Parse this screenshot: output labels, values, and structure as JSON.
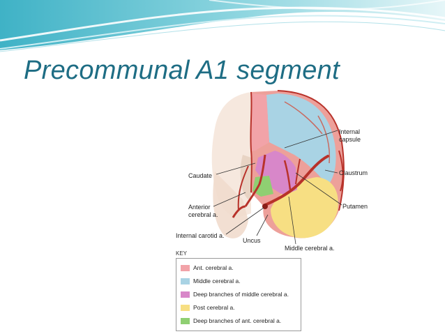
{
  "slide": {
    "title": "Precommunal A1 segment"
  },
  "figure": {
    "labels": {
      "internal_capsule_line1": "Internal",
      "internal_capsule_line2": "capsule",
      "claustrum": "Claustrum",
      "putamen": "Putamen",
      "middle_cerebral": "Middle cerebral a.",
      "uncus": "Uncus",
      "internal_carotid": "Internal carotid a.",
      "anterior_cerebral_line1": "Anterior",
      "anterior_cerebral_line2": "cerebral a.",
      "caudate": "Caudate"
    },
    "key": {
      "title": "KEY",
      "items": [
        {
          "label": "Ant. cerebral a.",
          "color": "#f2a3a8"
        },
        {
          "label": "Middle cerebral a.",
          "color": "#a9d3e4"
        },
        {
          "label": "Deep branches of middle cerebral a.",
          "color": "#d887c9"
        },
        {
          "label": "Post cerebral a.",
          "color": "#f7df83"
        },
        {
          "label": "Deep branches of ant. cerebral a.",
          "color": "#8fcf72"
        }
      ]
    }
  },
  "colors": {
    "title": "#1e6d84",
    "vessel": "#b8322a",
    "wave_teal": "#5fc0cf"
  }
}
